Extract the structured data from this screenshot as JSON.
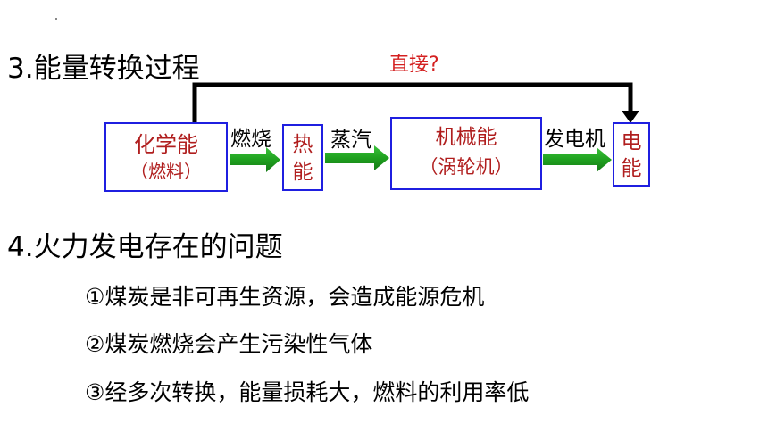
{
  "section3": {
    "title": "3.能量转换过程"
  },
  "diagram": {
    "direct_label": "直接?",
    "boxes": {
      "chemical": {
        "line1": "化学能",
        "line2": "（燃料）"
      },
      "heat": {
        "line1": "热",
        "line2": "能"
      },
      "mechanical": {
        "line1": "机械能",
        "line2": "（涡轮机）"
      },
      "electric": {
        "line1": "电",
        "line2": "能"
      }
    },
    "arrow_labels": {
      "burn": "燃烧",
      "steam": "蒸汽",
      "generator": "发电机"
    },
    "colors": {
      "box_border": "#1f1fe0",
      "box_text": "#b01e1e",
      "flow_arrow": "#1fa01f",
      "direct_label": "#d42020"
    }
  },
  "section4": {
    "title": "4.火力发电存在的问题",
    "items": [
      "①煤炭是非可再生资源，会造成能源危机",
      "②煤炭燃烧会产生污染性气体",
      "③经多次转换，能量损耗大，燃料的利用率低"
    ]
  }
}
